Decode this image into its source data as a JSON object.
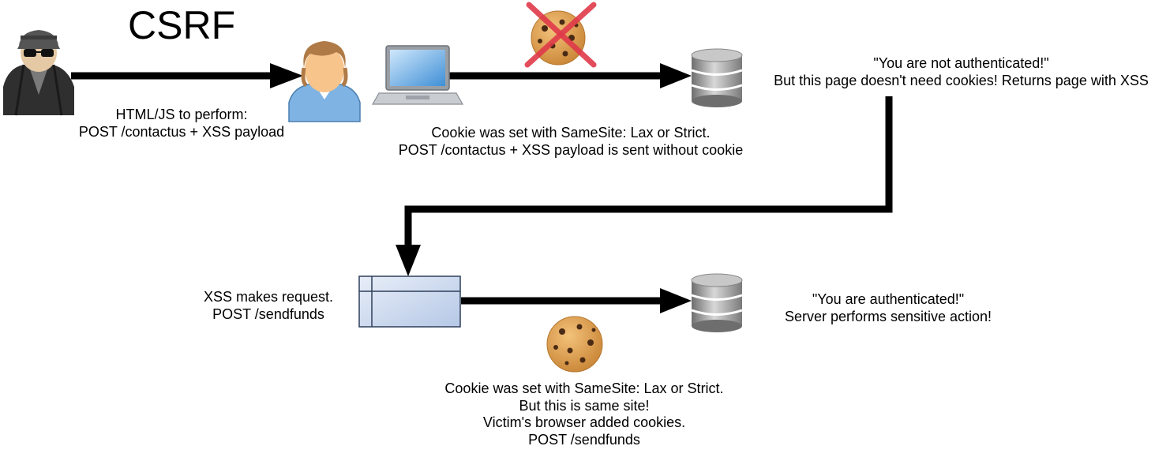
{
  "title": "CSRF",
  "labels": {
    "attacker_payload": [
      "HTML/JS to perform:",
      "POST /contactus + XSS payload"
    ],
    "cross_site_request": [
      "Cookie was set with SameSite: Lax or Strict.",
      "POST /contactus + XSS payload is sent without cookie"
    ],
    "server_response_1": [
      "\"You are not authenticated!\"",
      "But this page doesn't need cookies! Returns page with XSS"
    ],
    "xss_request": [
      "XSS makes request.",
      "POST /sendfunds"
    ],
    "server_response_2": [
      "\"You are authenticated!\"",
      "Server performs sensitive action!"
    ],
    "same_site_request": [
      "Cookie was set with SameSite: Lax or Strict.",
      "But this is same site!",
      "Victim's browser added cookies.",
      "POST /sendfunds"
    ]
  },
  "icons": {
    "attacker": "hacker-icon",
    "victim": "user-icon",
    "laptop": "laptop-icon",
    "server": "database-icon",
    "cookie": "cookie-icon",
    "blocked": "red-x-icon",
    "window": "browser-window-icon"
  },
  "colors": {
    "arrow": "#000000",
    "blocked_x": "#e03a4a",
    "cookie": "#d99a4a",
    "window_fill": "#c6d6ee",
    "server": "#8a8a8a"
  }
}
